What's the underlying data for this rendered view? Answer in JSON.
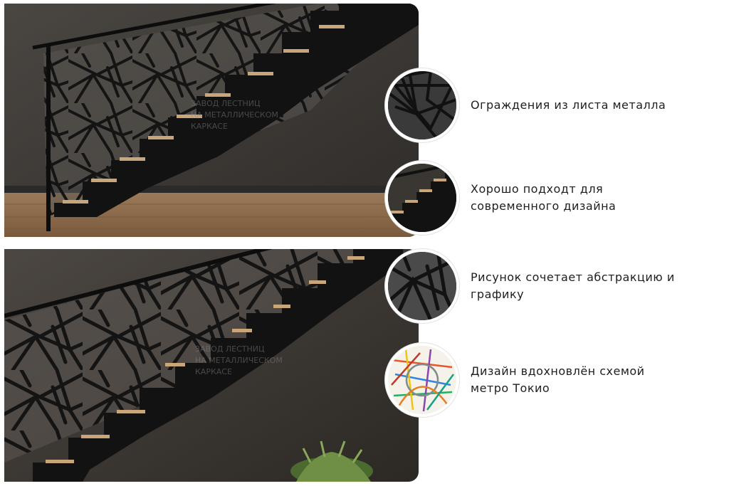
{
  "colors": {
    "wall": "#3e3a36",
    "steel": "#111111",
    "tread": "#c9a57a",
    "floor": "#8a6a4a",
    "text": "#1e1e1e"
  },
  "watermark": {
    "line1": "ЗАВОД ЛЕСТНИЦ",
    "line2": "НА МЕТАЛЛИЧЕСКОМ",
    "line3": "КАРКАСЕ"
  },
  "features": [
    {
      "text": "Ограждения из листа металла",
      "icon": "metal-sheet-railing-thumbnail"
    },
    {
      "text": "Хорошо подходт для современного дизайна",
      "icon": "stair-detail-thumbnail"
    },
    {
      "text": "Рисунок сочетает абстракцию и графику",
      "icon": "abstract-pattern-thumbnail"
    },
    {
      "text": "Дизайн вдохновлён схемой метро Токио",
      "icon": "tokyo-metro-map-thumbnail"
    }
  ]
}
